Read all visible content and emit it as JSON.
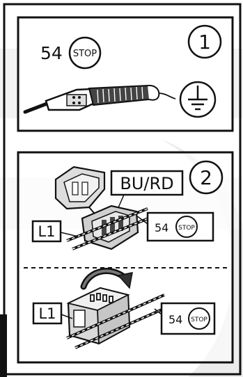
{
  "step1": {
    "number": "1",
    "code": "54",
    "stop": "STOP",
    "ground_icon": "ground-symbol-icon",
    "tool_icon": "voltage-tester-screwdriver-icon"
  },
  "step2": {
    "number": "2",
    "wire_color_label": "BU/RD",
    "wire_label_top": "L1",
    "wire_label_bottom": "L1",
    "code_top": "54",
    "stop_top": "STOP",
    "code_bottom": "54",
    "stop_bottom": "STOP",
    "connector_open_icon": "open-wire-connector-icon",
    "connector_closed_icon": "closed-wire-connector-icon",
    "rotate_arrow_icon": "close-lid-arrow-icon"
  },
  "colors": {
    "ink": "#111111",
    "panel_fill": "#ffffff",
    "background_watermark": "#eeeeee",
    "connector_fill": "#d9d9d9"
  }
}
